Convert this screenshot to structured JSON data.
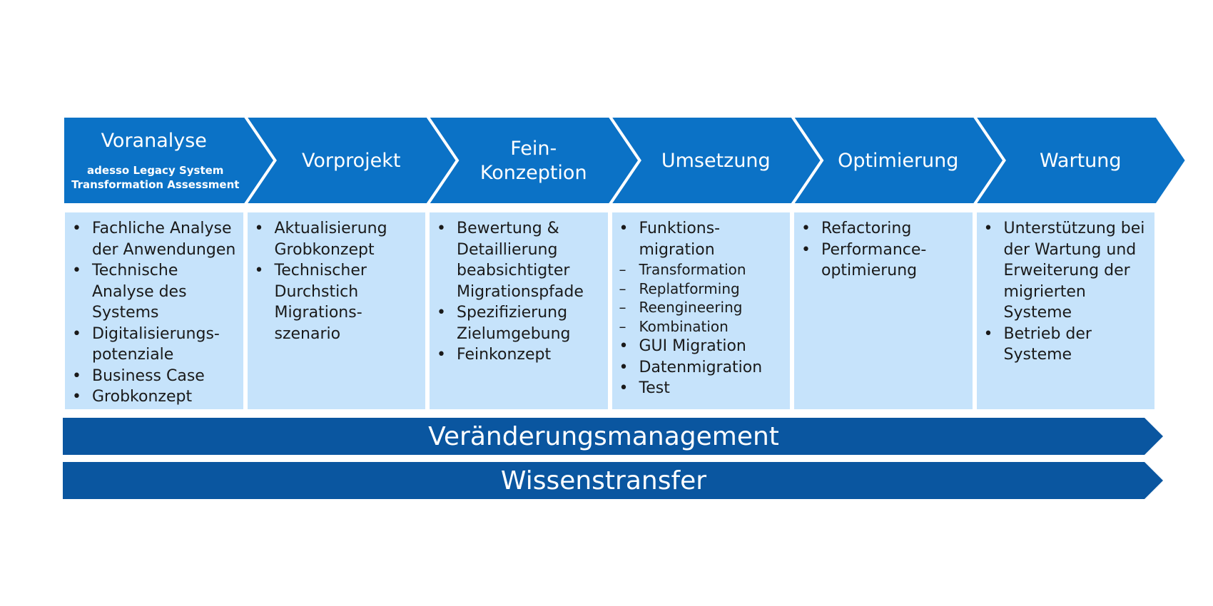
{
  "colors": {
    "phase_blue": "#0b72c6",
    "band_blue": "#0a56a0",
    "column_fill": "#c6e3fb",
    "text_dark": "#1a1a1a"
  },
  "phases": [
    {
      "title_lines": [
        "Voranalyse"
      ],
      "subtitle_lines": [
        "adesso Legacy System",
        "Transformation Assessment"
      ],
      "items": [
        {
          "marker": "•",
          "text": "Fachliche Analyse der Anwendungen"
        },
        {
          "marker": "•",
          "text": "Technische Analyse des Systems"
        },
        {
          "marker": "•",
          "text": "Digitalisierungs-potenziale"
        },
        {
          "marker": "•",
          "text": "Business Case"
        },
        {
          "marker": "•",
          "text": "Grobkonzept"
        }
      ]
    },
    {
      "title_lines": [
        "Vorprojekt"
      ],
      "subtitle_lines": [],
      "items": [
        {
          "marker": "•",
          "text": "Aktualisierung Grobkonzept"
        },
        {
          "marker": "•",
          "text": "Technischer Durchstich Migrations-szenario"
        }
      ]
    },
    {
      "title_lines": [
        "Fein-",
        "Konzeption"
      ],
      "subtitle_lines": [],
      "items": [
        {
          "marker": "•",
          "text": "Bewertung & Detaillierung beabsichtigter Migrationspfade"
        },
        {
          "marker": "•",
          "text": "Spezifizierung Zielumgebung"
        },
        {
          "marker": "•",
          "text": "Feinkonzept"
        }
      ]
    },
    {
      "title_lines": [
        "Umsetzung"
      ],
      "subtitle_lines": [],
      "items": [
        {
          "marker": "•",
          "text": "Funktions-migration"
        },
        {
          "marker": "–",
          "text": "Transformation",
          "sub": true
        },
        {
          "marker": "–",
          "text": "Replatforming",
          "sub": true
        },
        {
          "marker": "–",
          "text": "Reengineering",
          "sub": true
        },
        {
          "marker": "–",
          "text": "Kombination",
          "sub": true
        },
        {
          "marker": "•",
          "text": "GUI Migration"
        },
        {
          "marker": "•",
          "text": "Datenmigration"
        },
        {
          "marker": "•",
          "text": "Test"
        }
      ]
    },
    {
      "title_lines": [
        "Optimierung"
      ],
      "subtitle_lines": [],
      "items": [
        {
          "marker": "•",
          "text": "Refactoring"
        },
        {
          "marker": "•",
          "text": "Performance-optimierung"
        }
      ]
    },
    {
      "title_lines": [
        "Wartung"
      ],
      "subtitle_lines": [],
      "items": [
        {
          "marker": "•",
          "text": "Unterstützung bei der Wartung und Erweiterung der migrierten Systeme"
        },
        {
          "marker": "•",
          "text": "Betrieb der Systeme"
        }
      ]
    }
  ],
  "bands": [
    {
      "label": "Veränderungsmanagement"
    },
    {
      "label": "Wissenstransfer"
    }
  ]
}
